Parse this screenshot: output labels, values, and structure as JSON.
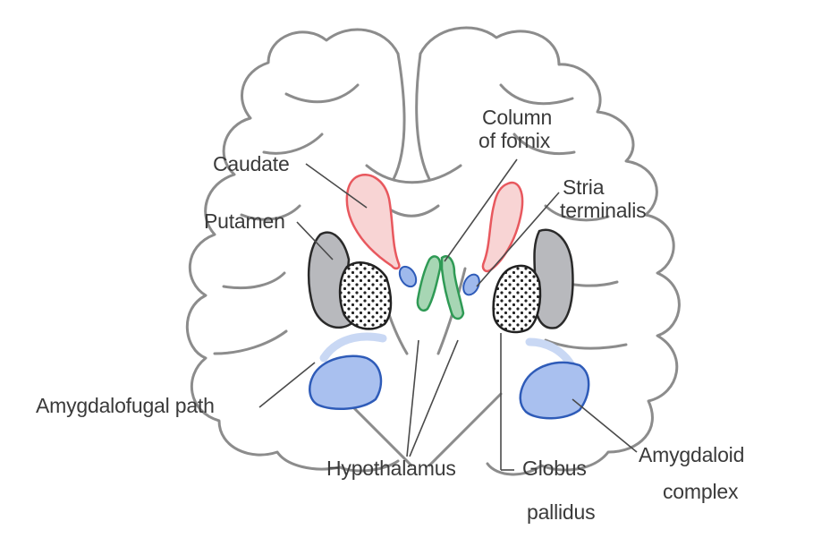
{
  "labels": {
    "column_of_fornix": [
      "Column",
      "of fornix"
    ],
    "caudate": "Caudate",
    "stria_terminalis": [
      "Stria",
      "terminalis"
    ],
    "putamen": "Putamen",
    "amygdalofugal_path": "Amygdalofugal path",
    "hypothalamus": "Hypothalamus",
    "globus_pallidus": [
      "Globus",
      "pallidus"
    ],
    "amygdaloid_complex": [
      "Amygdaloid",
      "complex"
    ]
  },
  "colors": {
    "outline": "#8c8c8c",
    "caudate_fill": "#f8d4d4",
    "caudate_stroke": "#e8585e",
    "putamen_fill": "#b8b9bd",
    "putamen_stroke": "#2a2a2a",
    "fornix_fill": "#a7d6b4",
    "fornix_stroke": "#2f9a55",
    "stria_fill": "#9fb9ec",
    "stria_stroke": "#2e5bb8",
    "amygdala_fill": "#a9c0ef",
    "amygdala_stroke": "#2e5bb8",
    "pallidus_fill": "#ffffff",
    "text": "#3a3a3a"
  }
}
